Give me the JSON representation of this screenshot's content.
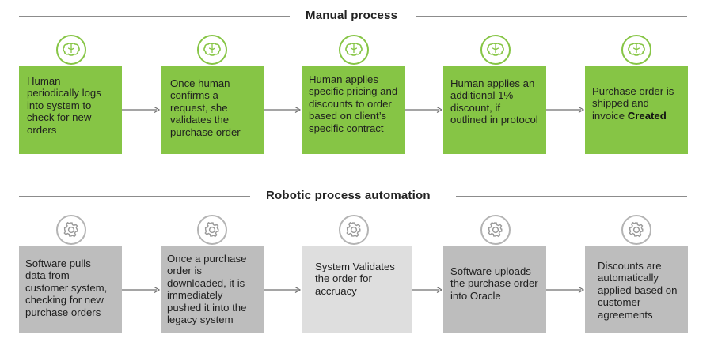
{
  "manual": {
    "title": "Manual process",
    "steps": [
      {
        "text": "Human periodically logs into system to check for new orders",
        "icon": "brain-icon"
      },
      {
        "text": "Once human confirms a request, she validates the purchase order",
        "icon": "brain-icon"
      },
      {
        "text": "Human applies specific pricing and discounts to order based on client’s specific contract",
        "icon": "brain-icon"
      },
      {
        "text": "Human applies an additional 1% discount, if outlined in protocol",
        "icon": "brain-icon"
      },
      {
        "text_before": "Purchase order is shipped and invoice ",
        "text_strong": "Created",
        "icon": "brain-icon"
      }
    ]
  },
  "rpa": {
    "title": "Robotic process automation",
    "steps": [
      {
        "text": "Software pulls data from customer system, checking for new purchase orders",
        "icon": "gear-icon"
      },
      {
        "text": "Once a purchase order is downloaded, it is immediately pushed it into the legacy system",
        "icon": "gear-icon"
      },
      {
        "text": "System Validates the order for accruacy",
        "icon": "gear-icon"
      },
      {
        "text": "Software uploads the purchase order into Oracle",
        "icon": "gear-icon"
      },
      {
        "text": "Discounts are automatically applied based on customer agreements",
        "icon": "gear-icon"
      }
    ]
  },
  "colors": {
    "manual_box": "#86c545",
    "rpa_box": "#bdbdbd",
    "rpa_box_highlight": "#dedede",
    "line": "#8c8c8c"
  }
}
